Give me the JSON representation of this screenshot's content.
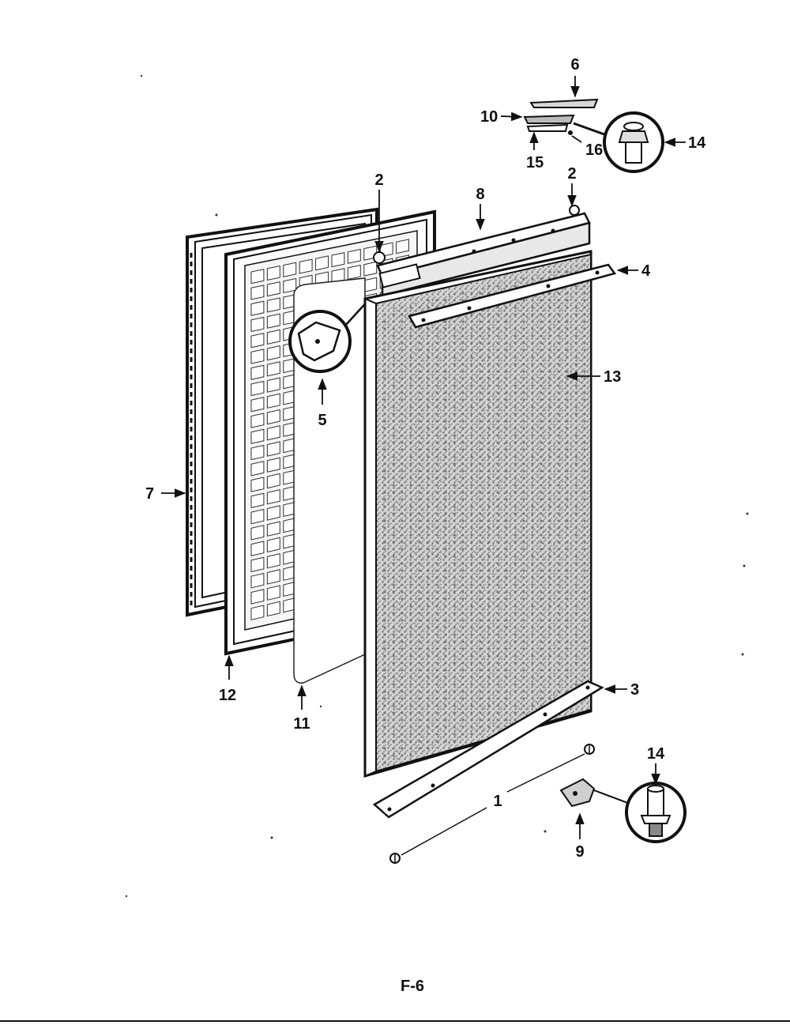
{
  "figure_id": "F-6",
  "colors": {
    "ink": "#111111",
    "paper": "#ffffff",
    "stipple": "#8a8a8a"
  },
  "callouts": {
    "c1": "1",
    "c2a": "2",
    "c2b": "2",
    "c3": "3",
    "c4": "4",
    "c5": "5",
    "c6": "6",
    "c7": "7",
    "c8": "8",
    "c9": "9",
    "c10": "10",
    "c11": "11",
    "c12": "12",
    "c13": "13",
    "c14a": "14",
    "c14b": "14",
    "c15": "15",
    "c16": "16"
  },
  "parts": [
    {
      "id": "outer-door-panel",
      "callout": "13",
      "icon": "stippled-panel"
    },
    {
      "id": "inner-door-liner",
      "callout": "12",
      "icon": "grid-liner"
    },
    {
      "id": "door-gasket",
      "callout": "7",
      "icon": "gasket-frame"
    },
    {
      "id": "insulation",
      "callout": "11",
      "icon": "insulation-sheet"
    },
    {
      "id": "clip",
      "callout": "5",
      "icon": "clip-detail"
    },
    {
      "id": "top-hinge-bracket",
      "callout": "8",
      "icon": "bracket"
    },
    {
      "id": "top-trim",
      "callout": "4",
      "icon": "trim-strip"
    },
    {
      "id": "bottom-trim",
      "callout": "3",
      "icon": "trim-strip"
    },
    {
      "id": "screw",
      "callout": "1",
      "icon": "screw"
    },
    {
      "id": "pivot",
      "callout": "2",
      "icon": "pin"
    },
    {
      "id": "bottom-hinge",
      "callout": "9",
      "icon": "hinge"
    },
    {
      "id": "hinge-pin",
      "callout": "14",
      "icon": "pin-detail"
    },
    {
      "id": "top-cap",
      "callout": "6",
      "icon": "cap"
    },
    {
      "id": "washer",
      "callout": "10",
      "icon": "washer"
    },
    {
      "id": "spacer",
      "callout": "15",
      "icon": "spacer"
    },
    {
      "id": "bushing",
      "callout": "16",
      "icon": "bushing"
    }
  ]
}
